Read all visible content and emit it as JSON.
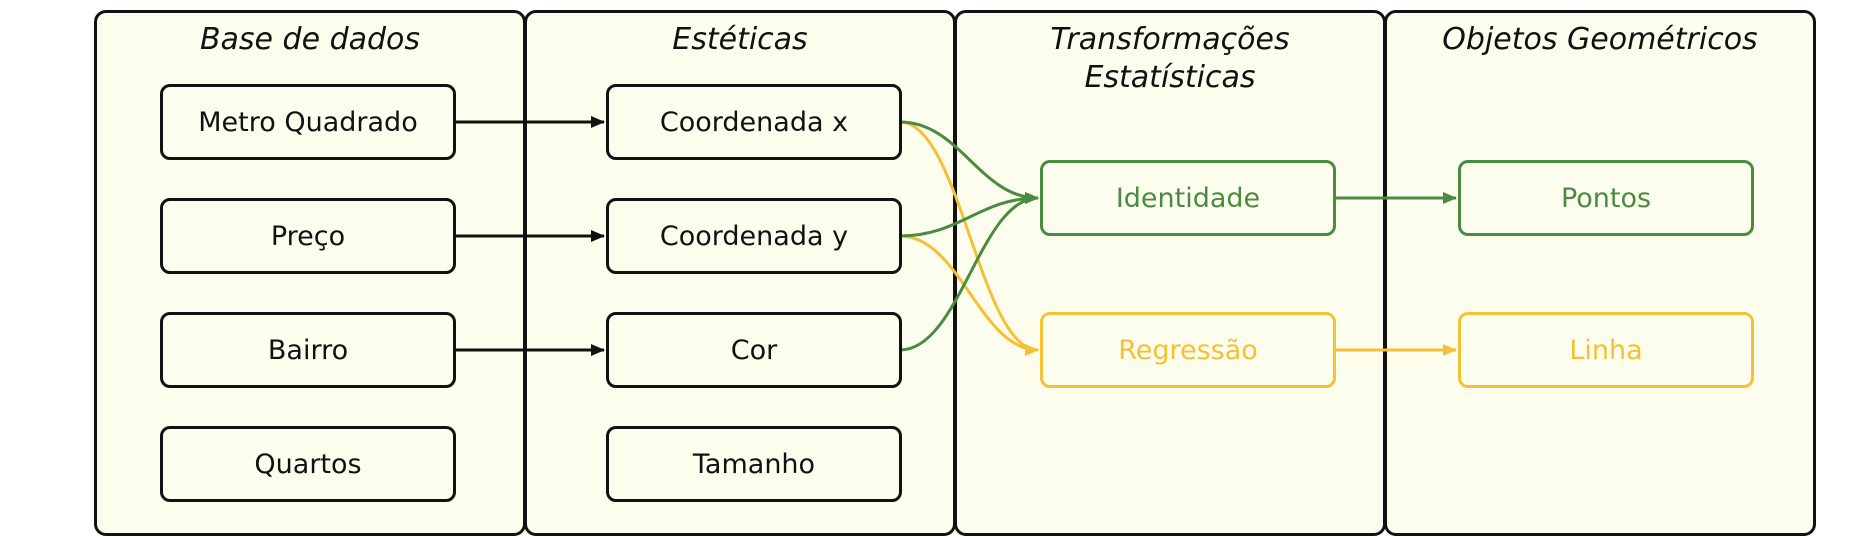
{
  "panels": [
    {
      "title": "Base de dados"
    },
    {
      "title": "Estéticas"
    },
    {
      "title": "Transformações\nEstatísticas"
    },
    {
      "title": "Objetos Geométricos"
    }
  ],
  "nodes": {
    "metro_quadrado": "Metro Quadrado",
    "preco": "Preço",
    "bairro": "Bairro",
    "quartos": "Quartos",
    "coordenada_x": "Coordenada x",
    "coordenada_y": "Coordenada y",
    "cor": "Cor",
    "tamanho": "Tamanho",
    "identidade": "Identidade",
    "regressao": "Regressão",
    "pontos": "Pontos",
    "linha": "Linha"
  },
  "colors": {
    "panel_fill": "#fdfdee",
    "stroke": "#111111",
    "green": "#4a8b41",
    "yellow": "#f5c035"
  }
}
